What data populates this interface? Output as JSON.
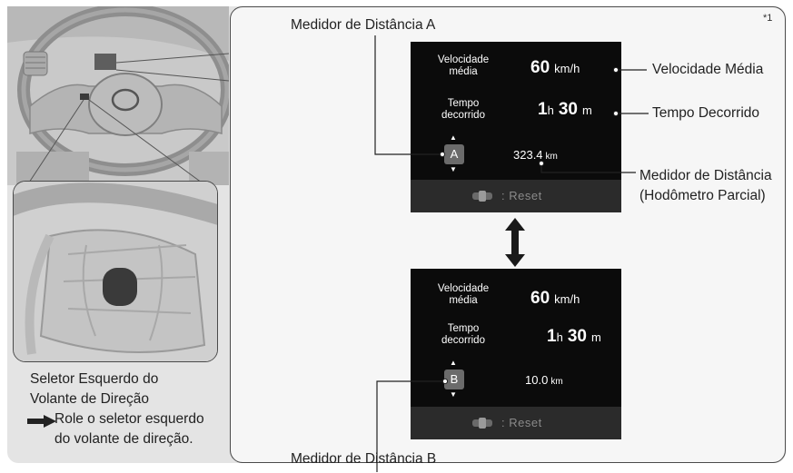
{
  "footnote_mark": "*1",
  "left_caption": {
    "line1": "Seletor Esquerdo do",
    "line2": "Volante de Direção",
    "line3": "Role o seletor esquerdo",
    "line4": "do volante de direção."
  },
  "icons": {
    "arrow": "right-arrow-icon",
    "toggle": "up-down-double-arrow-icon",
    "reset": "steering-switch-icon"
  },
  "labels": {
    "meter_a": "Medidor de Distância A",
    "meter_b": "Medidor de Distância B",
    "avg_speed": "Velocidade Média",
    "elapsed_time": "Tempo Decorrido",
    "trip_meter_line1": "Medidor de Distância",
    "trip_meter_line2": "(Hodômetro Parcial)"
  },
  "screen_a": {
    "speed_label_1": "Velocidade",
    "speed_label_2": "média",
    "speed_value": "60",
    "speed_unit": "km/h",
    "time_label_1": "Tempo",
    "time_label_2": "decorrido",
    "hours": "1",
    "hours_unit": "h",
    "minutes": "30",
    "minutes_unit": "m",
    "selector": "A",
    "distance": "323.4",
    "distance_unit": "km",
    "reset": "Reset"
  },
  "screen_b": {
    "speed_label_1": "Velocidade",
    "speed_label_2": "média",
    "speed_value": "60",
    "speed_unit": "km/h",
    "time_label_1": "Tempo",
    "time_label_2": "decorrido",
    "hours": "1",
    "hours_unit": "h",
    "minutes": "30",
    "minutes_unit": "m",
    "selector": "B",
    "distance": "10.0",
    "distance_unit": "km",
    "reset": "Reset"
  },
  "colors": {
    "screen_background": "#0b0b0b",
    "selector_highlight": "#6b6b6b",
    "frame_background": "#e4e4e4"
  }
}
